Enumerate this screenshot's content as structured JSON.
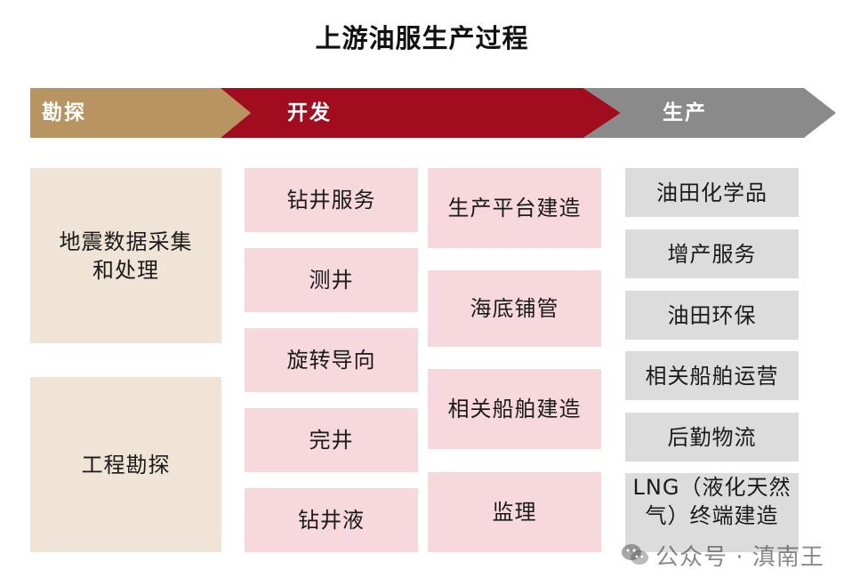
{
  "title": "上游油服生产过程",
  "colors": {
    "exploration": "#b89460",
    "development": "#a20c1f",
    "production": "#8a8a8a",
    "beige_box": "#efe4d6",
    "pink_box": "#f7d8dc",
    "gray_box": "#dcdcdc"
  },
  "stages": [
    {
      "label": "勘探"
    },
    {
      "label": "开发"
    },
    {
      "label": "生产"
    }
  ],
  "exploration_items": [
    "地震数据采集和处理",
    "工程勘探"
  ],
  "development_col1": [
    "钻井服务",
    "测井",
    "旋转导向",
    "完井",
    "钻井液"
  ],
  "development_col2": [
    "生产平台建造",
    "海底铺管",
    "相关船舶建造",
    "监理"
  ],
  "production_items": [
    "油田化学品",
    "增产服务",
    "油田环保",
    "相关船舶运营",
    "后勤物流",
    "LNG（液化天然气）终端建造"
  ],
  "watermark": {
    "text": "公众号 · 滇南王",
    "icon": "wechat-icon"
  }
}
